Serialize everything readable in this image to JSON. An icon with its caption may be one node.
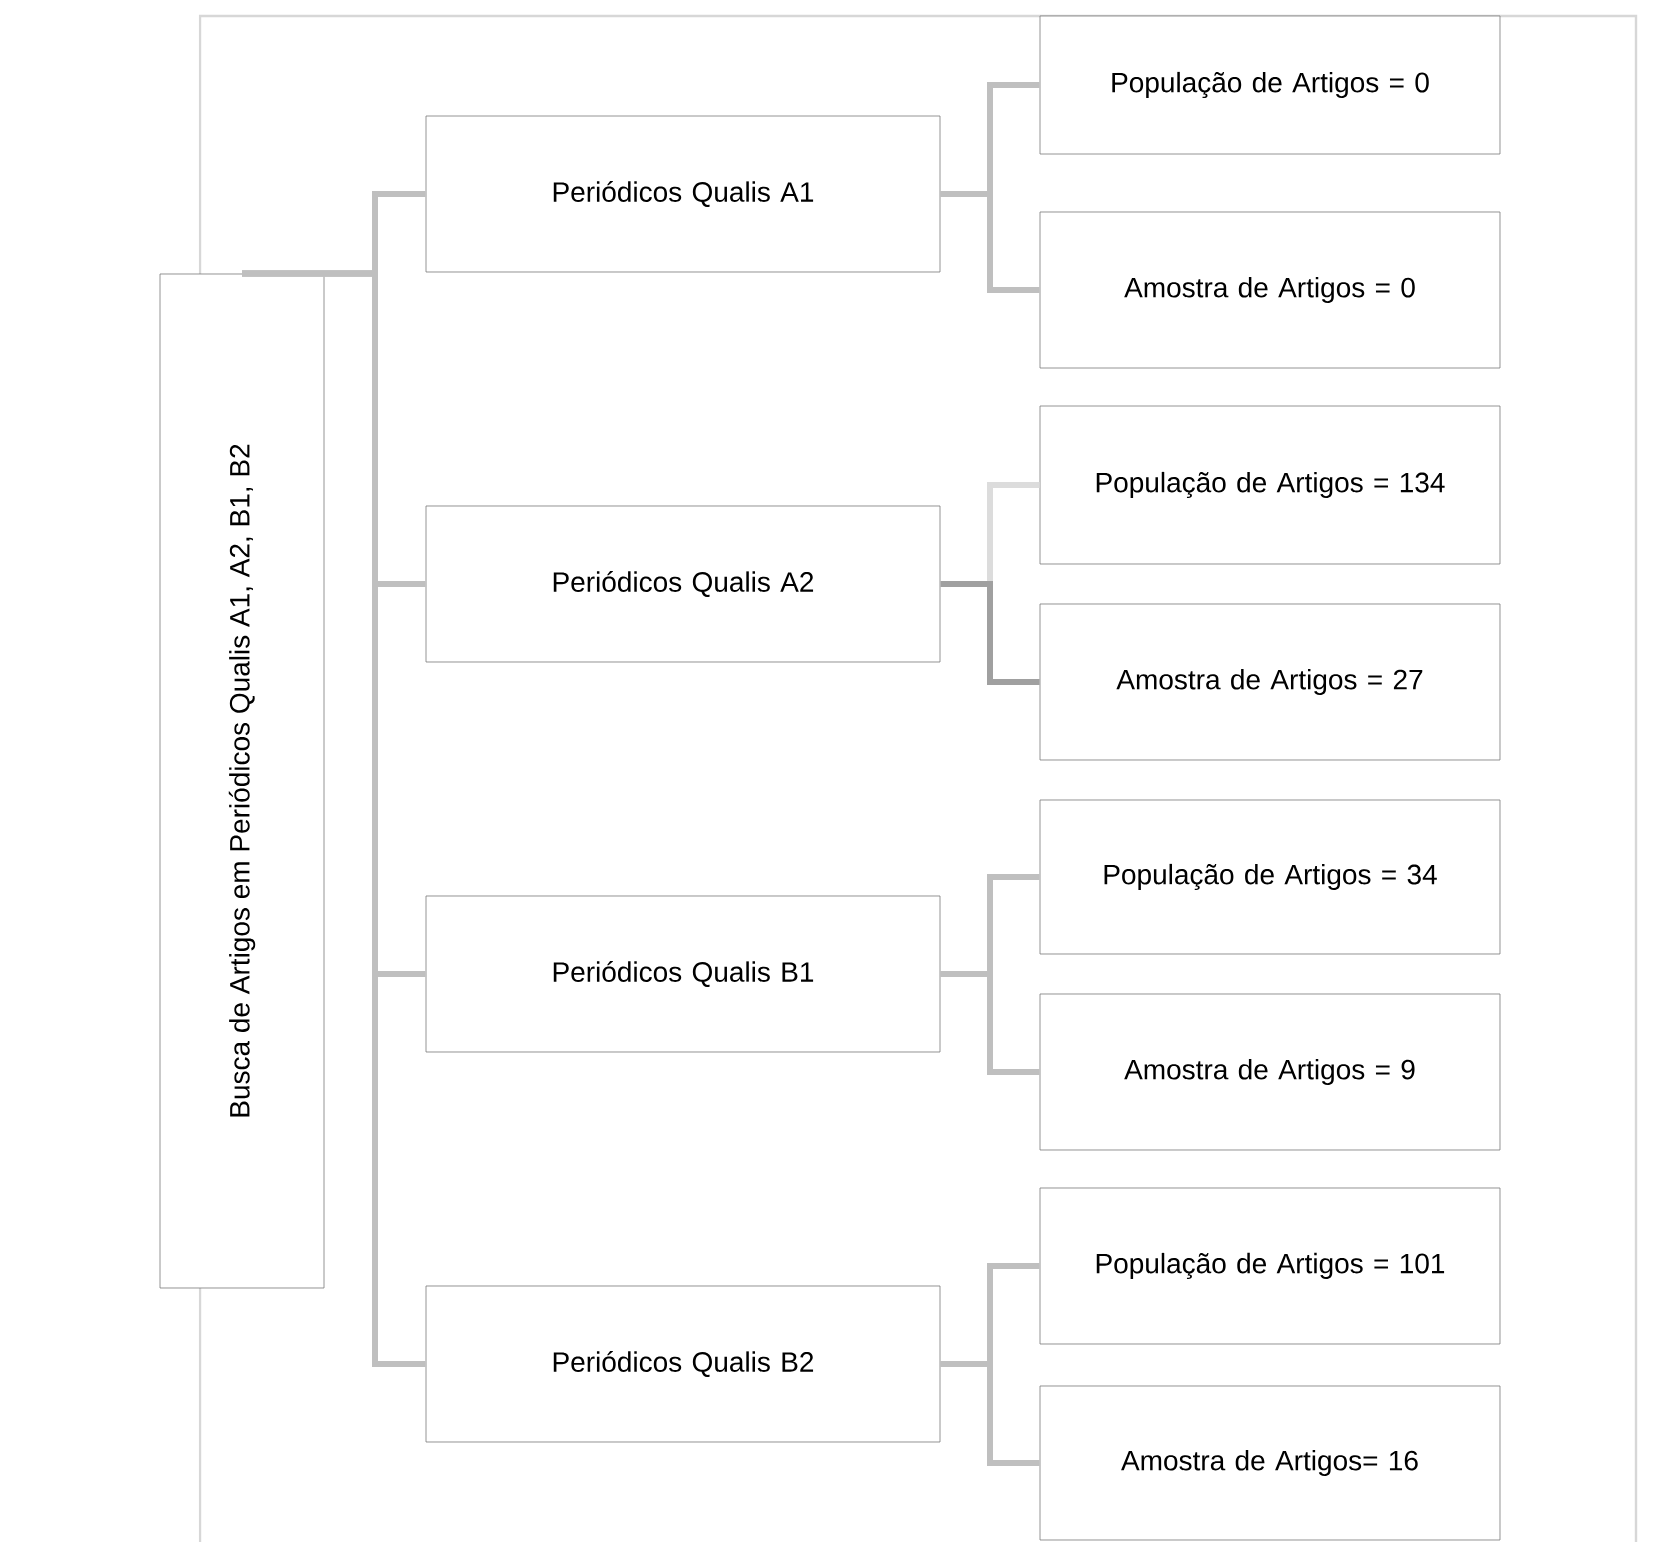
{
  "diagram": {
    "nodes": [
      {
        "text": [
          "Busca de Artigos em Periódicos Qualis A1, A2, B1, B2"
        ]
      },
      {
        "text": [
          "Periódicos Qualis A1"
        ]
      },
      {
        "text": [
          "Periódicos Qualis A2"
        ]
      },
      {
        "text": [
          "Periódicos Qualis B1"
        ]
      },
      {
        "text": [
          "Periódicos Qualis B2"
        ]
      },
      {
        "text": [
          "População de Artigos = 0"
        ]
      },
      {
        "text": [
          "Amostra de Artigos = 0"
        ]
      },
      {
        "text": [
          "População de Artigos = 134"
        ]
      },
      {
        "text": [
          "Amostra de Artigos  = 27"
        ]
      },
      {
        "text": [
          "População de Artigos = 34"
        ]
      },
      {
        "text": [
          "Amostra de Artigos = 9"
        ]
      },
      {
        "text": [
          "População de Artigos = 101"
        ]
      },
      {
        "text": [
          "Amostra de Artigos= 16"
        ]
      }
    ],
    "edges": [
      {
        "from": 0,
        "to": 1,
        "arrow": "none"
      },
      {
        "from": 0,
        "to": 2,
        "arrow": "none"
      },
      {
        "from": 0,
        "to": 3,
        "arrow": "none"
      },
      {
        "from": 0,
        "to": 4,
        "arrow": "none"
      },
      {
        "from": 1,
        "to": 5,
        "arrow": "none"
      },
      {
        "from": 1,
        "to": 6,
        "arrow": "none"
      },
      {
        "from": 2,
        "to": 7,
        "arrow": "none",
        "color": "#dcdcdc"
      },
      {
        "from": 2,
        "to": 8,
        "arrow": "none",
        "color": "#a0a0a0"
      },
      {
        "from": 3,
        "to": 9,
        "arrow": "none"
      },
      {
        "from": 3,
        "to": 10,
        "arrow": "none"
      },
      {
        "from": 4,
        "to": 11,
        "arrow": "none"
      },
      {
        "from": 4,
        "to": 12,
        "arrow": "none"
      }
    ]
  }
}
